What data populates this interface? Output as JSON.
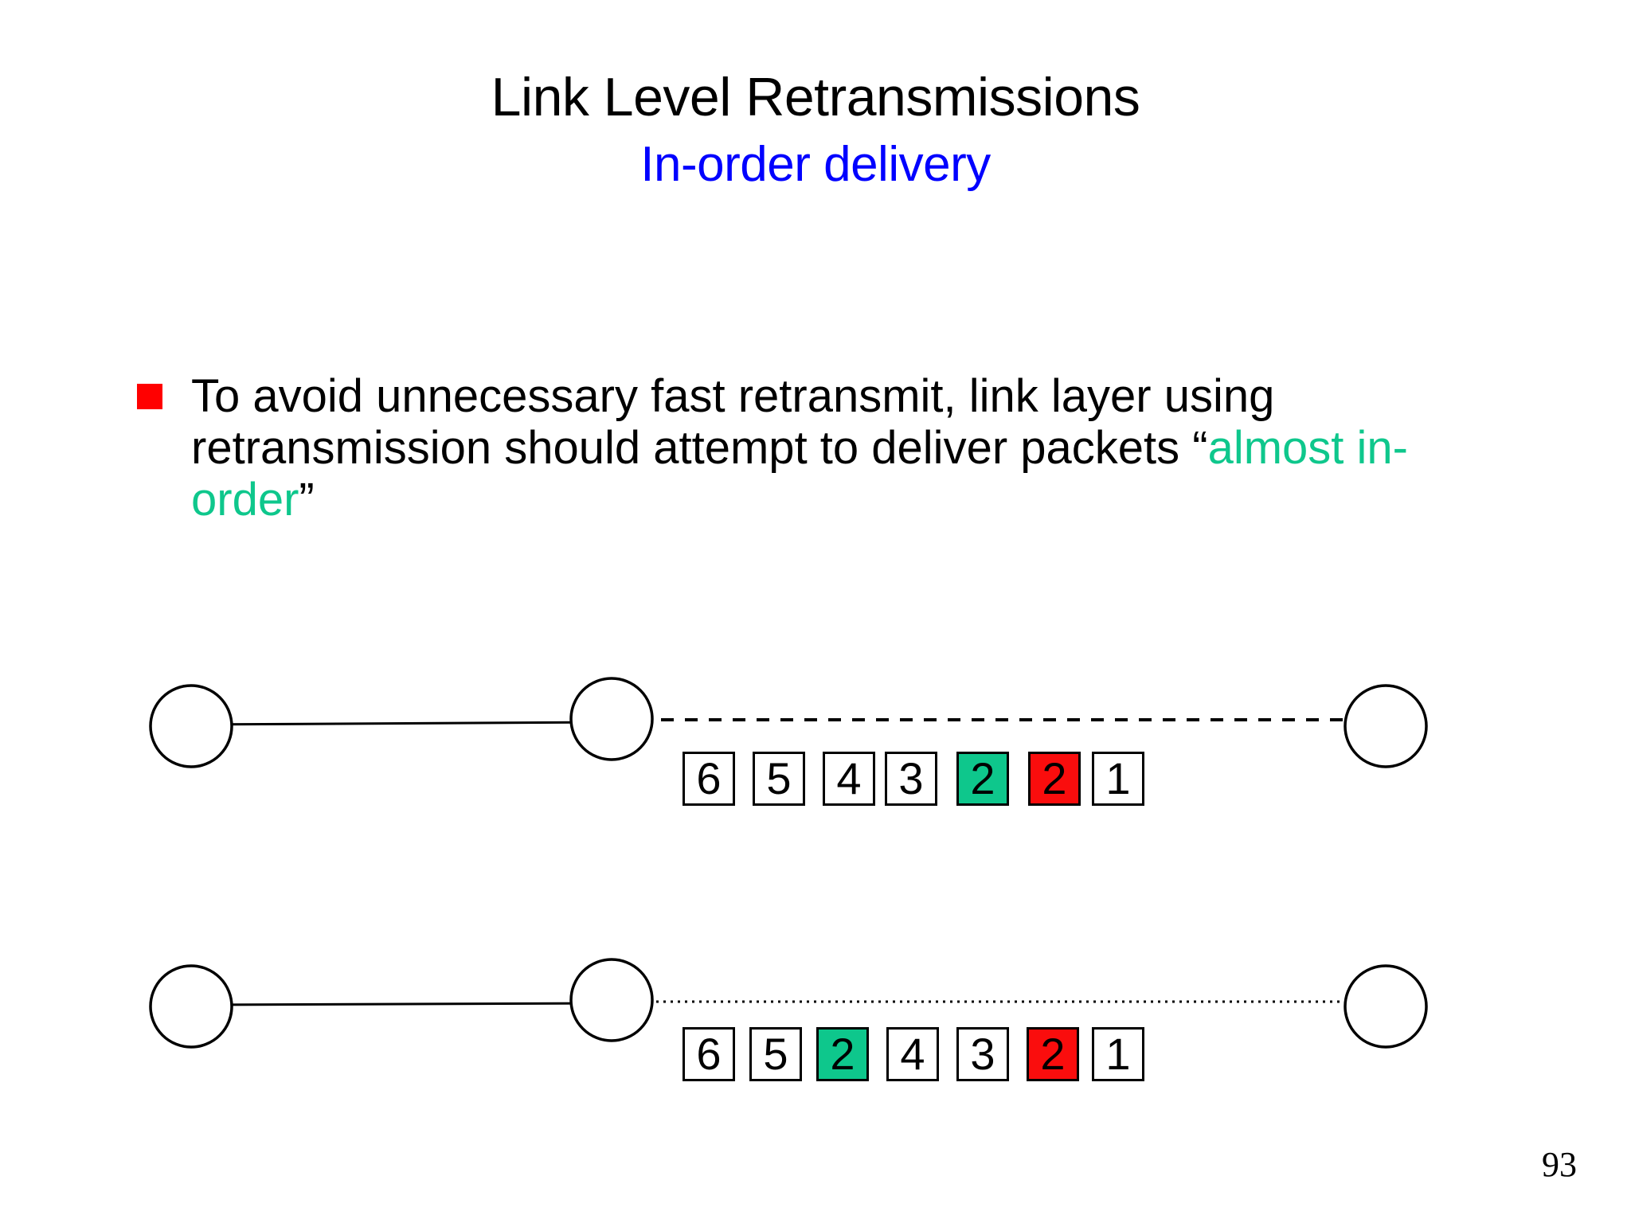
{
  "slide": {
    "title": "Link Level Retransmissions",
    "subtitle": "In-order delivery",
    "title_color": "#000000",
    "subtitle_color": "#0000FF",
    "background": "#FFFFFF",
    "page_number": "93"
  },
  "bullet": {
    "marker_color": "#FF0000",
    "line1": "To avoid unnecessary fast retransmit, link layer using",
    "line2": "retransmission should attempt to deliver packets",
    "quote_open": "“",
    "emphasis": "almost in-order",
    "quote_close": "”",
    "emphasis_color": "#0EC78C"
  },
  "diagram": {
    "colors": {
      "stroke": "#000000",
      "packet_green": "#0EC78C",
      "packet_red": "#FA0D0D",
      "packet_white": "#FFFFFF"
    },
    "rows": [
      {
        "id": "row-1",
        "link_style": "dashed",
        "nodes": [
          "node-left",
          "node-middle",
          "node-right"
        ],
        "packets": [
          {
            "label": "6",
            "state": "plain"
          },
          {
            "label": "5",
            "state": "plain"
          },
          {
            "label": "4",
            "state": "plain"
          },
          {
            "label": "3",
            "state": "plain"
          },
          {
            "label": "2",
            "state": "green"
          },
          {
            "label": "2",
            "state": "red"
          },
          {
            "label": "1",
            "state": "plain"
          }
        ]
      },
      {
        "id": "row-2",
        "link_style": "dotted",
        "nodes": [
          "node-left",
          "node-middle",
          "node-right"
        ],
        "packets": [
          {
            "label": "6",
            "state": "plain"
          },
          {
            "label": "5",
            "state": "plain"
          },
          {
            "label": "2",
            "state": "green"
          },
          {
            "label": "4",
            "state": "plain"
          },
          {
            "label": "3",
            "state": "plain"
          },
          {
            "label": "2",
            "state": "red"
          },
          {
            "label": "1",
            "state": "plain"
          }
        ]
      }
    ]
  }
}
